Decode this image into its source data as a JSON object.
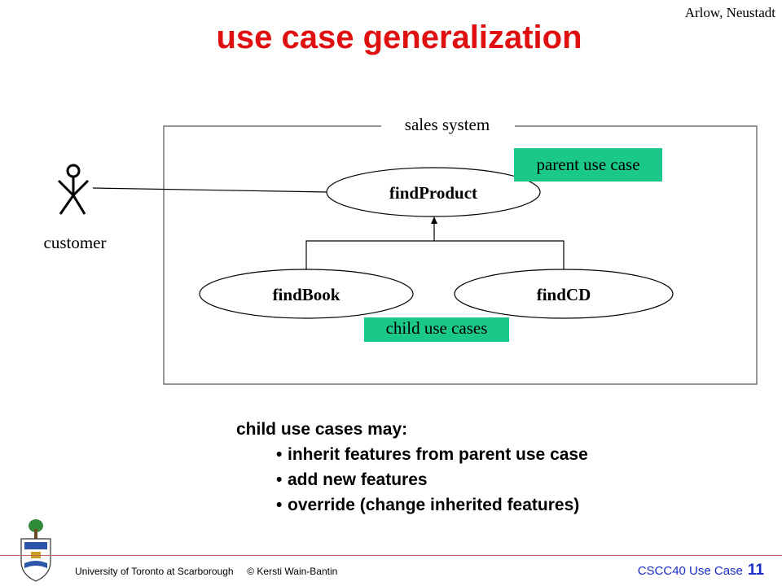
{
  "slide": {
    "title": "use case generalization",
    "attribution": "Arlow, Neustadt"
  },
  "diagram": {
    "system_label": "sales system",
    "actor_label": "customer",
    "parent_use_case": "findProduct",
    "child_use_cases": [
      "findBook",
      "findCD"
    ],
    "parent_tag": "parent use case",
    "child_tag": "child use cases",
    "tag_color": "#1ac88a"
  },
  "notes": {
    "heading": "child use cases may:",
    "items": [
      "inherit features from parent use case",
      "add new features",
      "override (change inherited features)"
    ]
  },
  "footer": {
    "left": "University of Toronto at Scarborough     © Kersti Wain-Bantin",
    "course": "CSCC40  Use Case",
    "page": "11"
  },
  "colors": {
    "title": "#e01010",
    "footer_course": "#1a2cc8"
  }
}
